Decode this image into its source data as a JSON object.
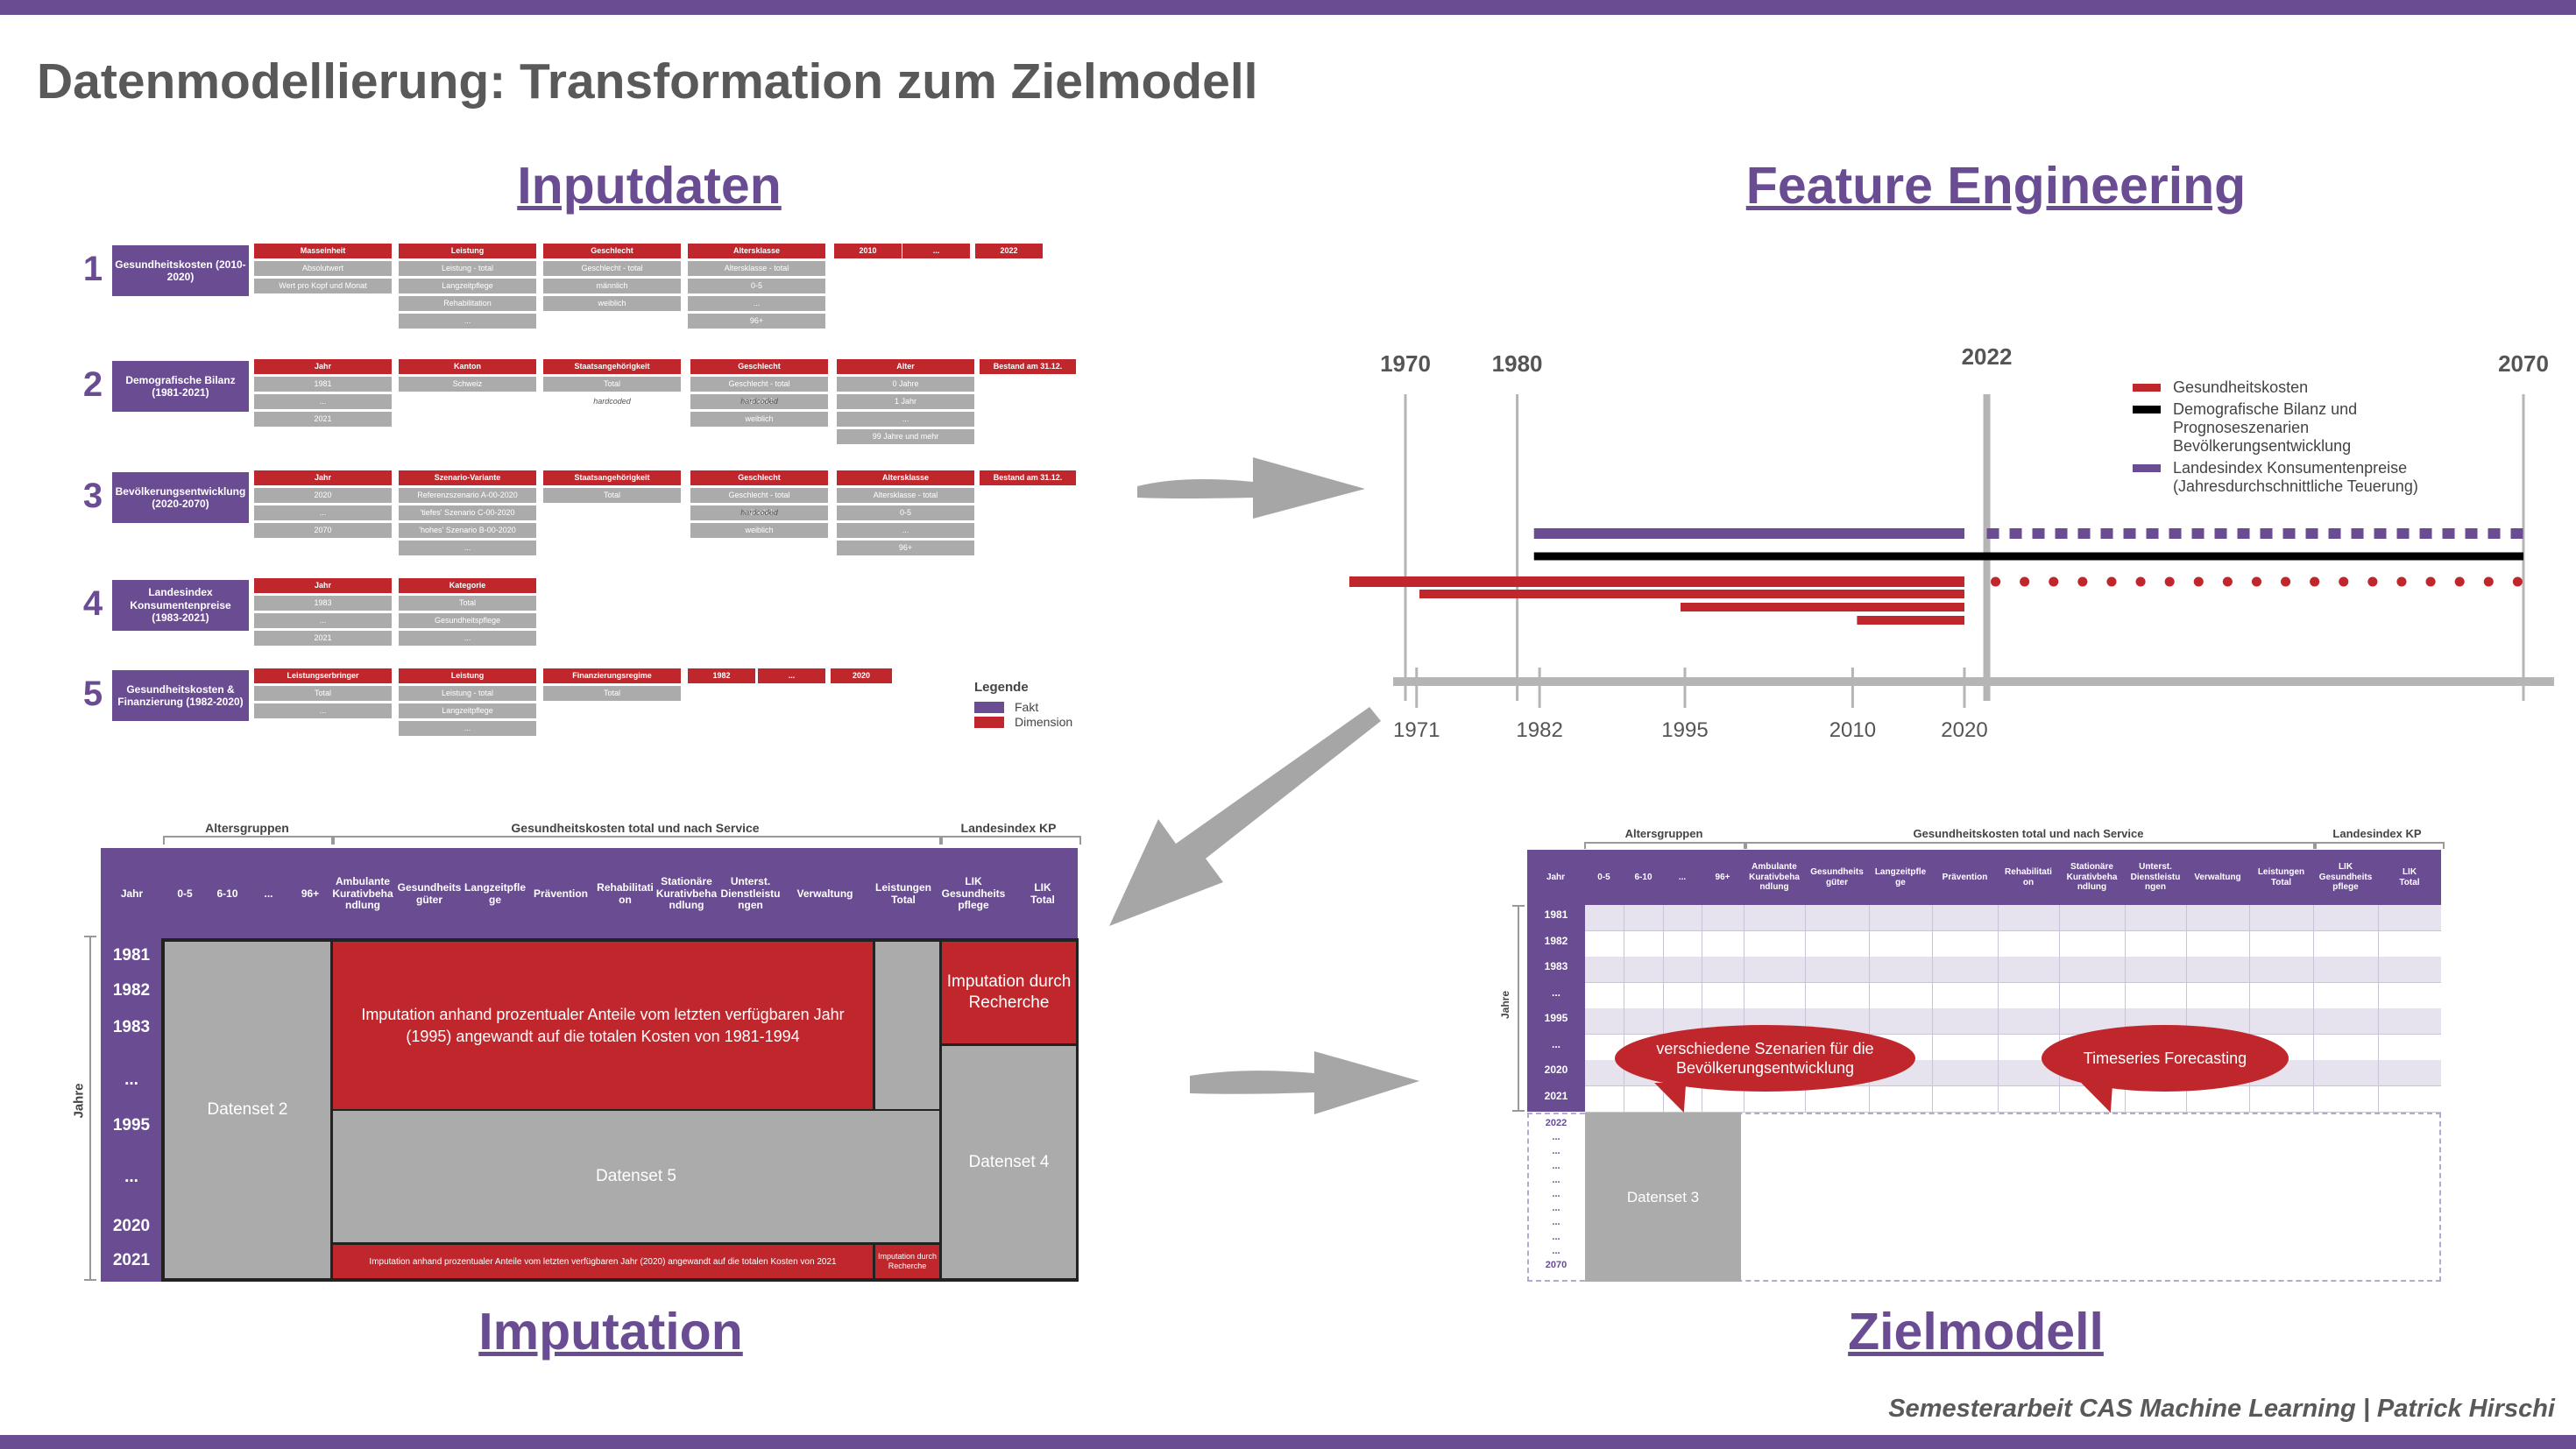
{
  "title": "Datenmodellierung: Transformation zum Zielmodell",
  "sections": {
    "inputdaten": "Inputdaten",
    "feature_engineering": "Feature Engineering",
    "imputation": "Imputation",
    "zielmodell": "Zielmodell"
  },
  "footer": "Semesterarbeit CAS Machine Learning | Patrick Hirschi",
  "colors": {
    "fakt": "#6a4c93",
    "dimension": "#c0272d",
    "grey": "#ababab",
    "black": "#000000"
  },
  "inputdaten": {
    "rows": [
      {
        "num": "1",
        "label": "Gesundheitskosten (2010-2020)",
        "headers": [
          "Masseinheit",
          "Leistung",
          "Geschlecht",
          "Altersklasse",
          "2010",
          "...",
          "2022"
        ],
        "values": [
          [
            "Absolutwert",
            "Wert pro Kopf und Monat"
          ],
          [
            "Leistung - total",
            "Langzeitpflege",
            "Rehabilitation",
            "..."
          ],
          [
            "Geschlecht - total",
            "männlich",
            "weiblich"
          ],
          [
            "Altersklasse - total",
            "0-5",
            "...",
            "96+"
          ]
        ],
        "notes": []
      },
      {
        "num": "2",
        "label": "Demografische Bilanz (1981-2021)",
        "headers": [
          "Jahr",
          "Kanton",
          "Staatsangehörigkeit",
          "Geschlecht",
          "Alter",
          "Bestand am 31.12."
        ],
        "values": [
          [
            "1981",
            "...",
            "2021"
          ],
          [
            "Schweiz"
          ],
          [
            "Total"
          ],
          [
            "Geschlecht - total",
            "männlich",
            "weiblich"
          ],
          [
            "0 Jahre",
            "1 Jahr",
            "...",
            "99 Jahre und mehr"
          ]
        ],
        "notes": [
          "hardcoded",
          "hardcoded"
        ]
      },
      {
        "num": "3",
        "label": "Bevölkerungsentwicklung (2020-2070)",
        "headers": [
          "Jahr",
          "Szenario-Variante",
          "Staatsangehörigkeit",
          "Geschlecht",
          "Altersklasse",
          "Bestand am 31.12."
        ],
        "values": [
          [
            "2020",
            "...",
            "2070"
          ],
          [
            "Referenzszenario A-00-2020",
            "'tiefes' Szenario C-00-2020",
            "'hohes' Szenario B-00-2020",
            "..."
          ],
          [
            "Total"
          ],
          [
            "Geschlecht - total",
            "männlich",
            "weiblich"
          ],
          [
            "Altersklasse - total",
            "0-5",
            "...",
            "96+"
          ]
        ],
        "notes": [
          "hardcoded"
        ]
      },
      {
        "num": "4",
        "label": "Landesindex Konsumentenpreise (1983-2021)",
        "headers": [
          "Jahr",
          "Kategorie"
        ],
        "values": [
          [
            "1983",
            "...",
            "2021"
          ],
          [
            "Total",
            "Gesundheitspflege",
            "..."
          ]
        ],
        "notes": []
      },
      {
        "num": "5",
        "label": "Gesundheitskosten & Finanzierung (1982-2020)",
        "headers": [
          "Leistungserbringer",
          "Leistung",
          "Finanzierungsregime",
          "1982",
          "...",
          "2020"
        ],
        "values": [
          [
            "Total",
            "..."
          ],
          [
            "Leistung - total",
            "Langzeitpflege",
            "..."
          ],
          [
            "Total"
          ]
        ],
        "notes": []
      }
    ],
    "legend": {
      "title": "Legende",
      "items": [
        "Fakt",
        "Dimension"
      ]
    }
  },
  "feature_engineering": {
    "top_labels": [
      "1970",
      "1980",
      "2022",
      "2070"
    ],
    "bottom_labels": [
      "1971",
      "1982",
      "1995",
      "2010",
      "2020"
    ],
    "legend": [
      {
        "label": "Gesundheitskosten",
        "color": "#c0272d"
      },
      {
        "label": "Demografische Bilanz und Prognoseszenarien Bevölkerungsentwicklung",
        "color": "#000000"
      },
      {
        "label": "Landesindex Konsumentenpreise (Jahresdurchschnittliche Teuerung)",
        "color": "#6a4c93"
      }
    ]
  },
  "imputation": {
    "groups": [
      "Altersgruppen",
      "Gesundheitskosten total und nach Service",
      "Landesindex KP"
    ],
    "columns": [
      "Jahr",
      "0-5",
      "6-10",
      "...",
      "96+",
      "Ambulante Kurativbehandlung",
      "Gesundheitsgüter",
      "Langzeitpflege",
      "Prävention",
      "Rehabilitation",
      "Stationäre Kurativbehandlung",
      "Unterst. Dienstleistungen",
      "Verwaltung",
      "Leistungen Total",
      "LIK Gesundheitspflege",
      "LIK Total"
    ],
    "column_display": [
      "Jahr",
      "0-5",
      "6-10",
      "...",
      "96+",
      "Ambulante\nKurativbeha\nndlung",
      "Gesundheits\ngüter",
      "Langzeitpfle\nge",
      "Prävention",
      "Rehabilitati\non",
      "Stationäre\nKurativbeha\nndlung",
      "Unterst.\nDienstleistu\nngen",
      "Verwaltung",
      "Leistungen\nTotal",
      "LIK\nGesundheits\npflege",
      "LIK\nTotal"
    ],
    "years": [
      "1981",
      "1982",
      "1983",
      "...",
      "1995",
      "...",
      "2020",
      "2021"
    ],
    "axis_label": "Jahre",
    "blocks": {
      "datenset2": "Datenset 2",
      "datenset5": "Datenset 5",
      "datenset4": "Datenset 4",
      "imp_1981": "Imputation anhand prozentualer Anteile vom letzten verfügbaren Jahr (1995) angewandt auf die totalen Kosten von 1981-1994",
      "imp_recherche": "Imputation durch Recherche",
      "imp_2021": "Imputation anhand prozentualer Anteile vom letzten verfügbaren Jahr (2020) angewandt auf die totalen Kosten von 2021",
      "imp_recherche_small": "Imputation durch Recherche"
    }
  },
  "zielmodell": {
    "groups": [
      "Altersgruppen",
      "Gesundheitskosten total und nach Service",
      "Landesindex KP"
    ],
    "years_top": [
      "1981",
      "1982",
      "1983",
      "...",
      "1995",
      "...",
      "2020",
      "2021"
    ],
    "years_bottom": [
      "2022",
      "...",
      "...",
      "...",
      "...",
      "...",
      "...",
      "...",
      "...",
      "...",
      "2070"
    ],
    "axis_label": "Jahre",
    "datenset3": "Datenset 3",
    "bubbles": [
      "verschiedene Szenarien für die Bevölkerungsentwicklung",
      "Timeseries Forecasting"
    ]
  }
}
